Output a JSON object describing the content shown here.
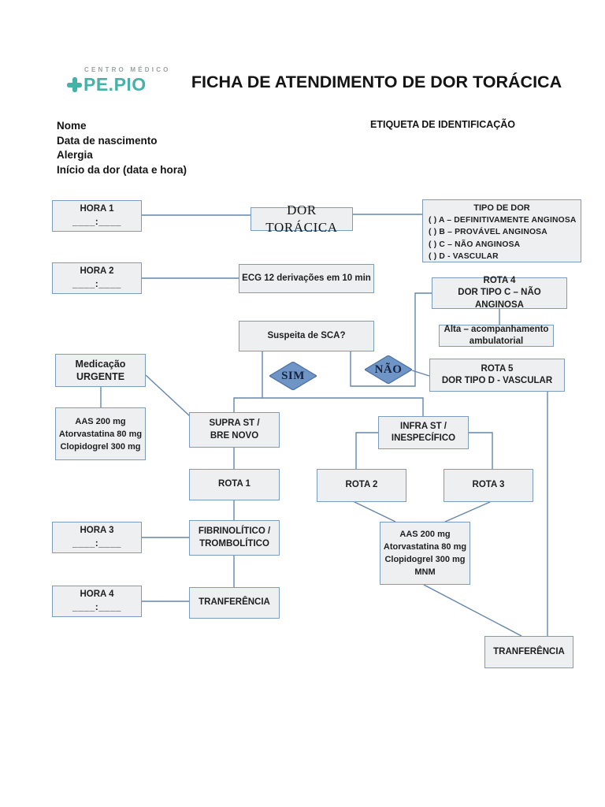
{
  "colors": {
    "teal": "#44b3a7",
    "box_fill": "#edeff0",
    "box_border": "#7c9cbe",
    "connector": "#6485ab",
    "diamond_fill": "#6e95c6",
    "diamond_border": "#4a6fa5"
  },
  "header": {
    "logo_top": "CENTRO MÉDICO",
    "logo_name": "PE.PIO",
    "title": "FICHA DE ATENDIMENTO DE DOR TORÁCICA",
    "etiqueta": "ETIQUETA DE IDENTIFICAÇÃO",
    "fields": [
      "Nome",
      "Data de nascimento",
      "Alergia",
      "Início da dor (data e hora)"
    ]
  },
  "flowchart": {
    "hora1": {
      "label": "HORA 1",
      "time": "____:____"
    },
    "hora2": {
      "label": "HORA 2",
      "time": "____:____"
    },
    "hora3": {
      "label": "HORA 3",
      "time": "____:____"
    },
    "hora4": {
      "label": "HORA 4",
      "time": "____:____"
    },
    "dor_toracica": "DOR TORÁCICA",
    "tipo_de_dor": {
      "title": "TIPO DE DOR",
      "options": [
        "( ) A – DEFINITIVAMENTE ANGINOSA",
        "( ) B – PROVÁVEL ANGINOSA",
        "( ) C – NÃO ANGINOSA",
        "( ) D - VASCULAR"
      ]
    },
    "ecg": "ECG 12 derivações em 10 min",
    "rota4": {
      "line1": "ROTA 4",
      "line2": "DOR TIPO C – NÃO ANGINOSA"
    },
    "alta": {
      "line1": "Alta – acompanhamento",
      "line2": "ambulatorial"
    },
    "suspeita": "Suspeita de SCA?",
    "sim": "SIM",
    "nao": "NÃO",
    "medicacao": {
      "line1": "Medicação",
      "line2": "URGENTE"
    },
    "rota5": {
      "line1": "ROTA 5",
      "line2": "DOR TIPO D - VASCULAR"
    },
    "meds_urgente": {
      "lines": [
        "AAS 200 mg",
        "Atorvastatina 80 mg",
        "Clopidogrel 300 mg"
      ]
    },
    "supra": {
      "line1": "SUPRA ST /",
      "line2": "BRE NOVO"
    },
    "infra": {
      "line1": "INFRA ST /",
      "line2": "INESPECÍFICO"
    },
    "rota1": "ROTA 1",
    "rota2": "ROTA 2",
    "rota3": "ROTA 3",
    "fibrinolitico": {
      "line1": "FIBRINOLÍTICO /",
      "line2": "TROMBOLÍTICO"
    },
    "meds_rota23": {
      "lines": [
        "AAS 200 mg",
        "Atorvastatina 80 mg",
        "Clopidogrel 300 mg",
        "MNM"
      ]
    },
    "transferencia_rota1": "TRANFERÊNCIA",
    "transferencia_rota23": "TRANFERÊNCIA"
  }
}
